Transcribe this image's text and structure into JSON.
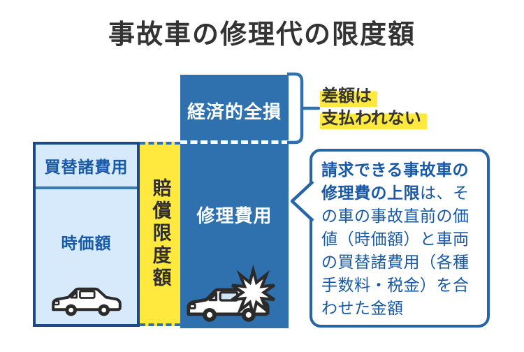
{
  "title": "事故車の修理代の限度額",
  "diagram": {
    "left_box": {
      "top_label": "買替諸費用",
      "bottom_label": "時価額"
    },
    "limit_column": {
      "label": "賠償限度額"
    },
    "repair_column": {
      "top_label": "経済的全損",
      "bottom_label": "修理費用"
    },
    "annotation": {
      "line1": "差額は",
      "line2": "支払われない"
    },
    "bubble": {
      "bold_text": "請求できる事故車の修理費の上限",
      "normal_text": "は、その車の事故直前の価値（時価額）と車両の買替諸費用（各種手数料・税金）を合わせた金額"
    }
  },
  "icons": {
    "left_car": "car-side-icon",
    "repair_car": "crashed-car-icon",
    "burst": "crash-starburst"
  },
  "colors": {
    "column_blue": "#2e71ae",
    "light_blue_fill": "#d6eafc",
    "navy_border": "#1d4a87",
    "yellow": "#ffe93f",
    "title_text": "#333333",
    "bubble_text": "#1759a6",
    "bubble_border": "#2565a8",
    "window_blue": "#cfe6f8"
  }
}
